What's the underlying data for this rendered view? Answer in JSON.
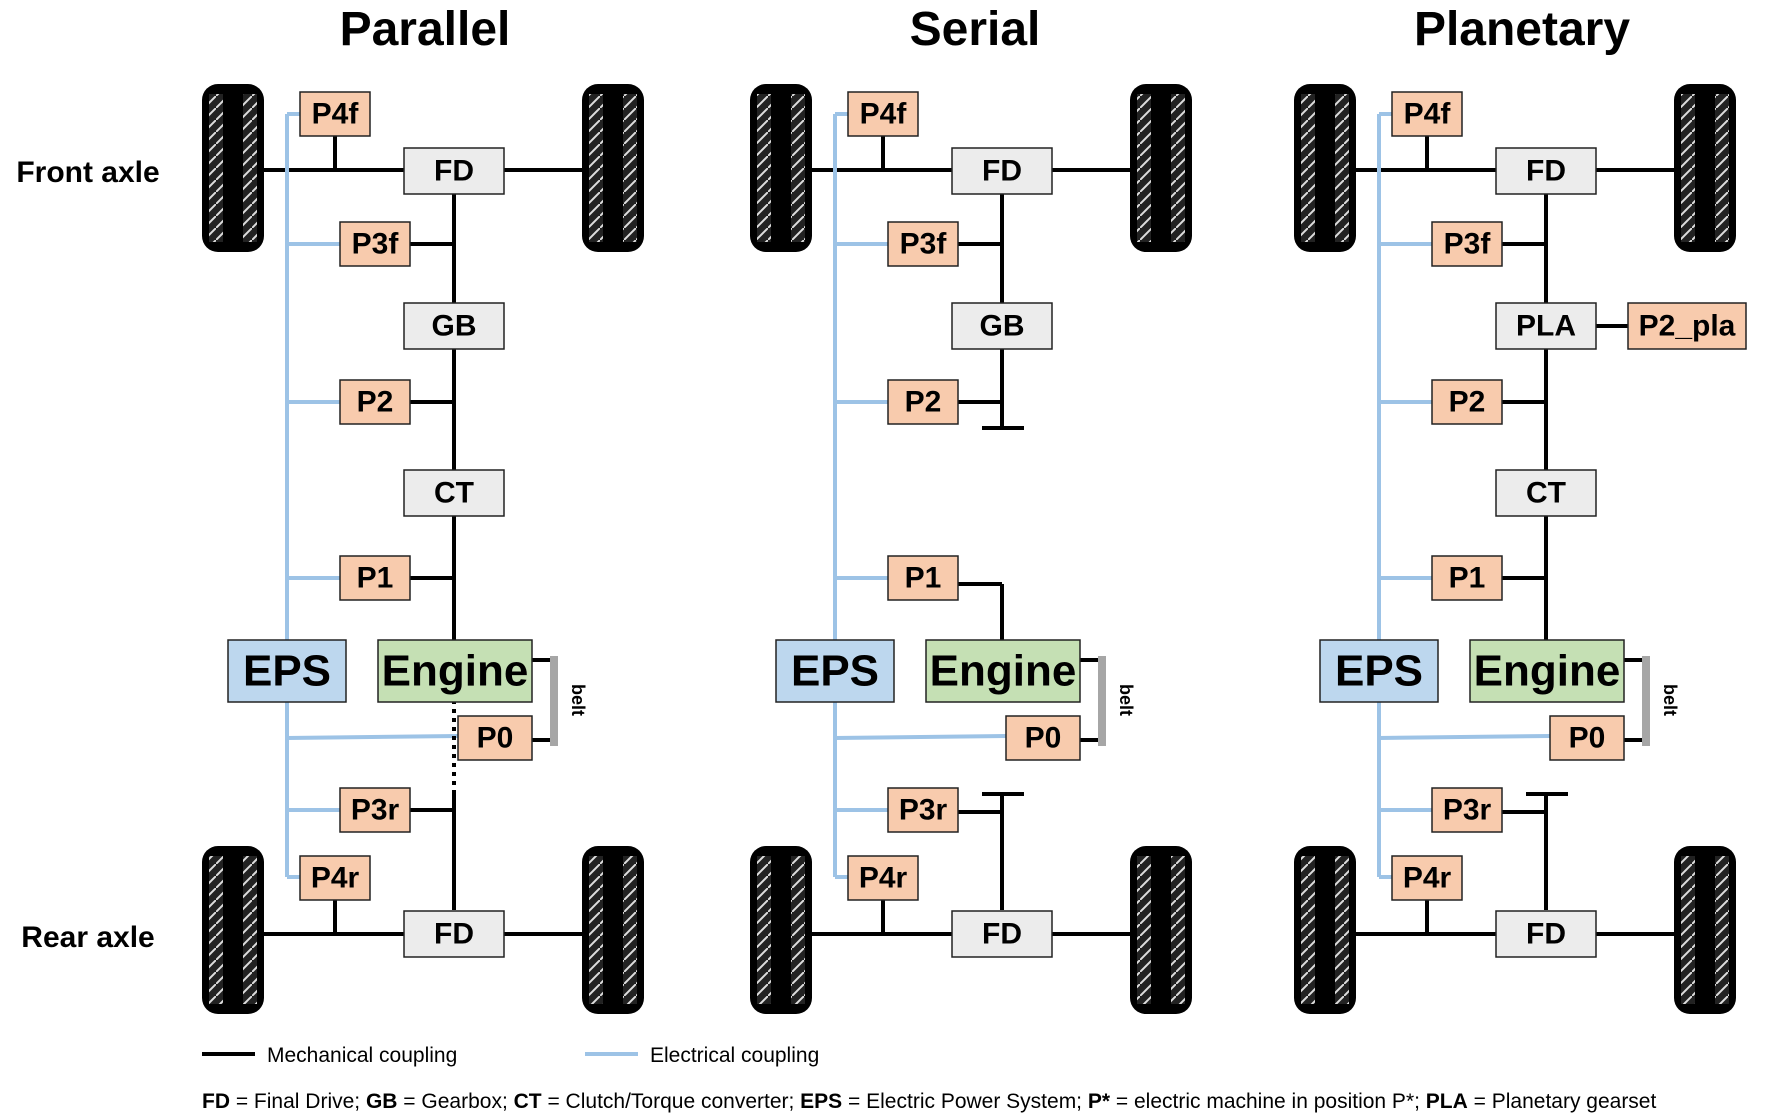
{
  "titles": {
    "parallel": "Parallel",
    "serial": "Serial",
    "planetary": "Planetary"
  },
  "axles": {
    "front": "Front axle",
    "rear": "Rear axle"
  },
  "components": {
    "p4f": "P4f",
    "p3f": "P3f",
    "fd": "FD",
    "gb": "GB",
    "p2": "P2",
    "ct": "CT",
    "p1": "P1",
    "eps": "EPS",
    "engine": "Engine",
    "p0": "P0",
    "p3r": "P3r",
    "p4r": "P4r",
    "pla": "PLA",
    "p2_pla": "P2_pla",
    "belt": "belt"
  },
  "legend": {
    "mechanical": "Mechanical coupling",
    "electrical": "Electrical coupling"
  },
  "footnote": [
    {
      "b": "FD",
      "t": " = Final Drive; "
    },
    {
      "b": "GB",
      "t": " = Gearbox; "
    },
    {
      "b": "CT",
      "t": " = Clutch/Torque converter; "
    },
    {
      "b": "EPS",
      "t": " = Electric Power System; "
    },
    {
      "b": "P*",
      "t": " = electric machine in position P*; "
    },
    {
      "b": "PLA",
      "t": " = Planetary gearset"
    }
  ],
  "colors": {
    "motor": "#f8cbad",
    "gray_box": "#ececec",
    "eps": "#bdd7ee",
    "engine": "#c5e0b4",
    "electrical": "#9dc3e6",
    "mechanical": "#000000",
    "belt": "#a6a6a6"
  }
}
